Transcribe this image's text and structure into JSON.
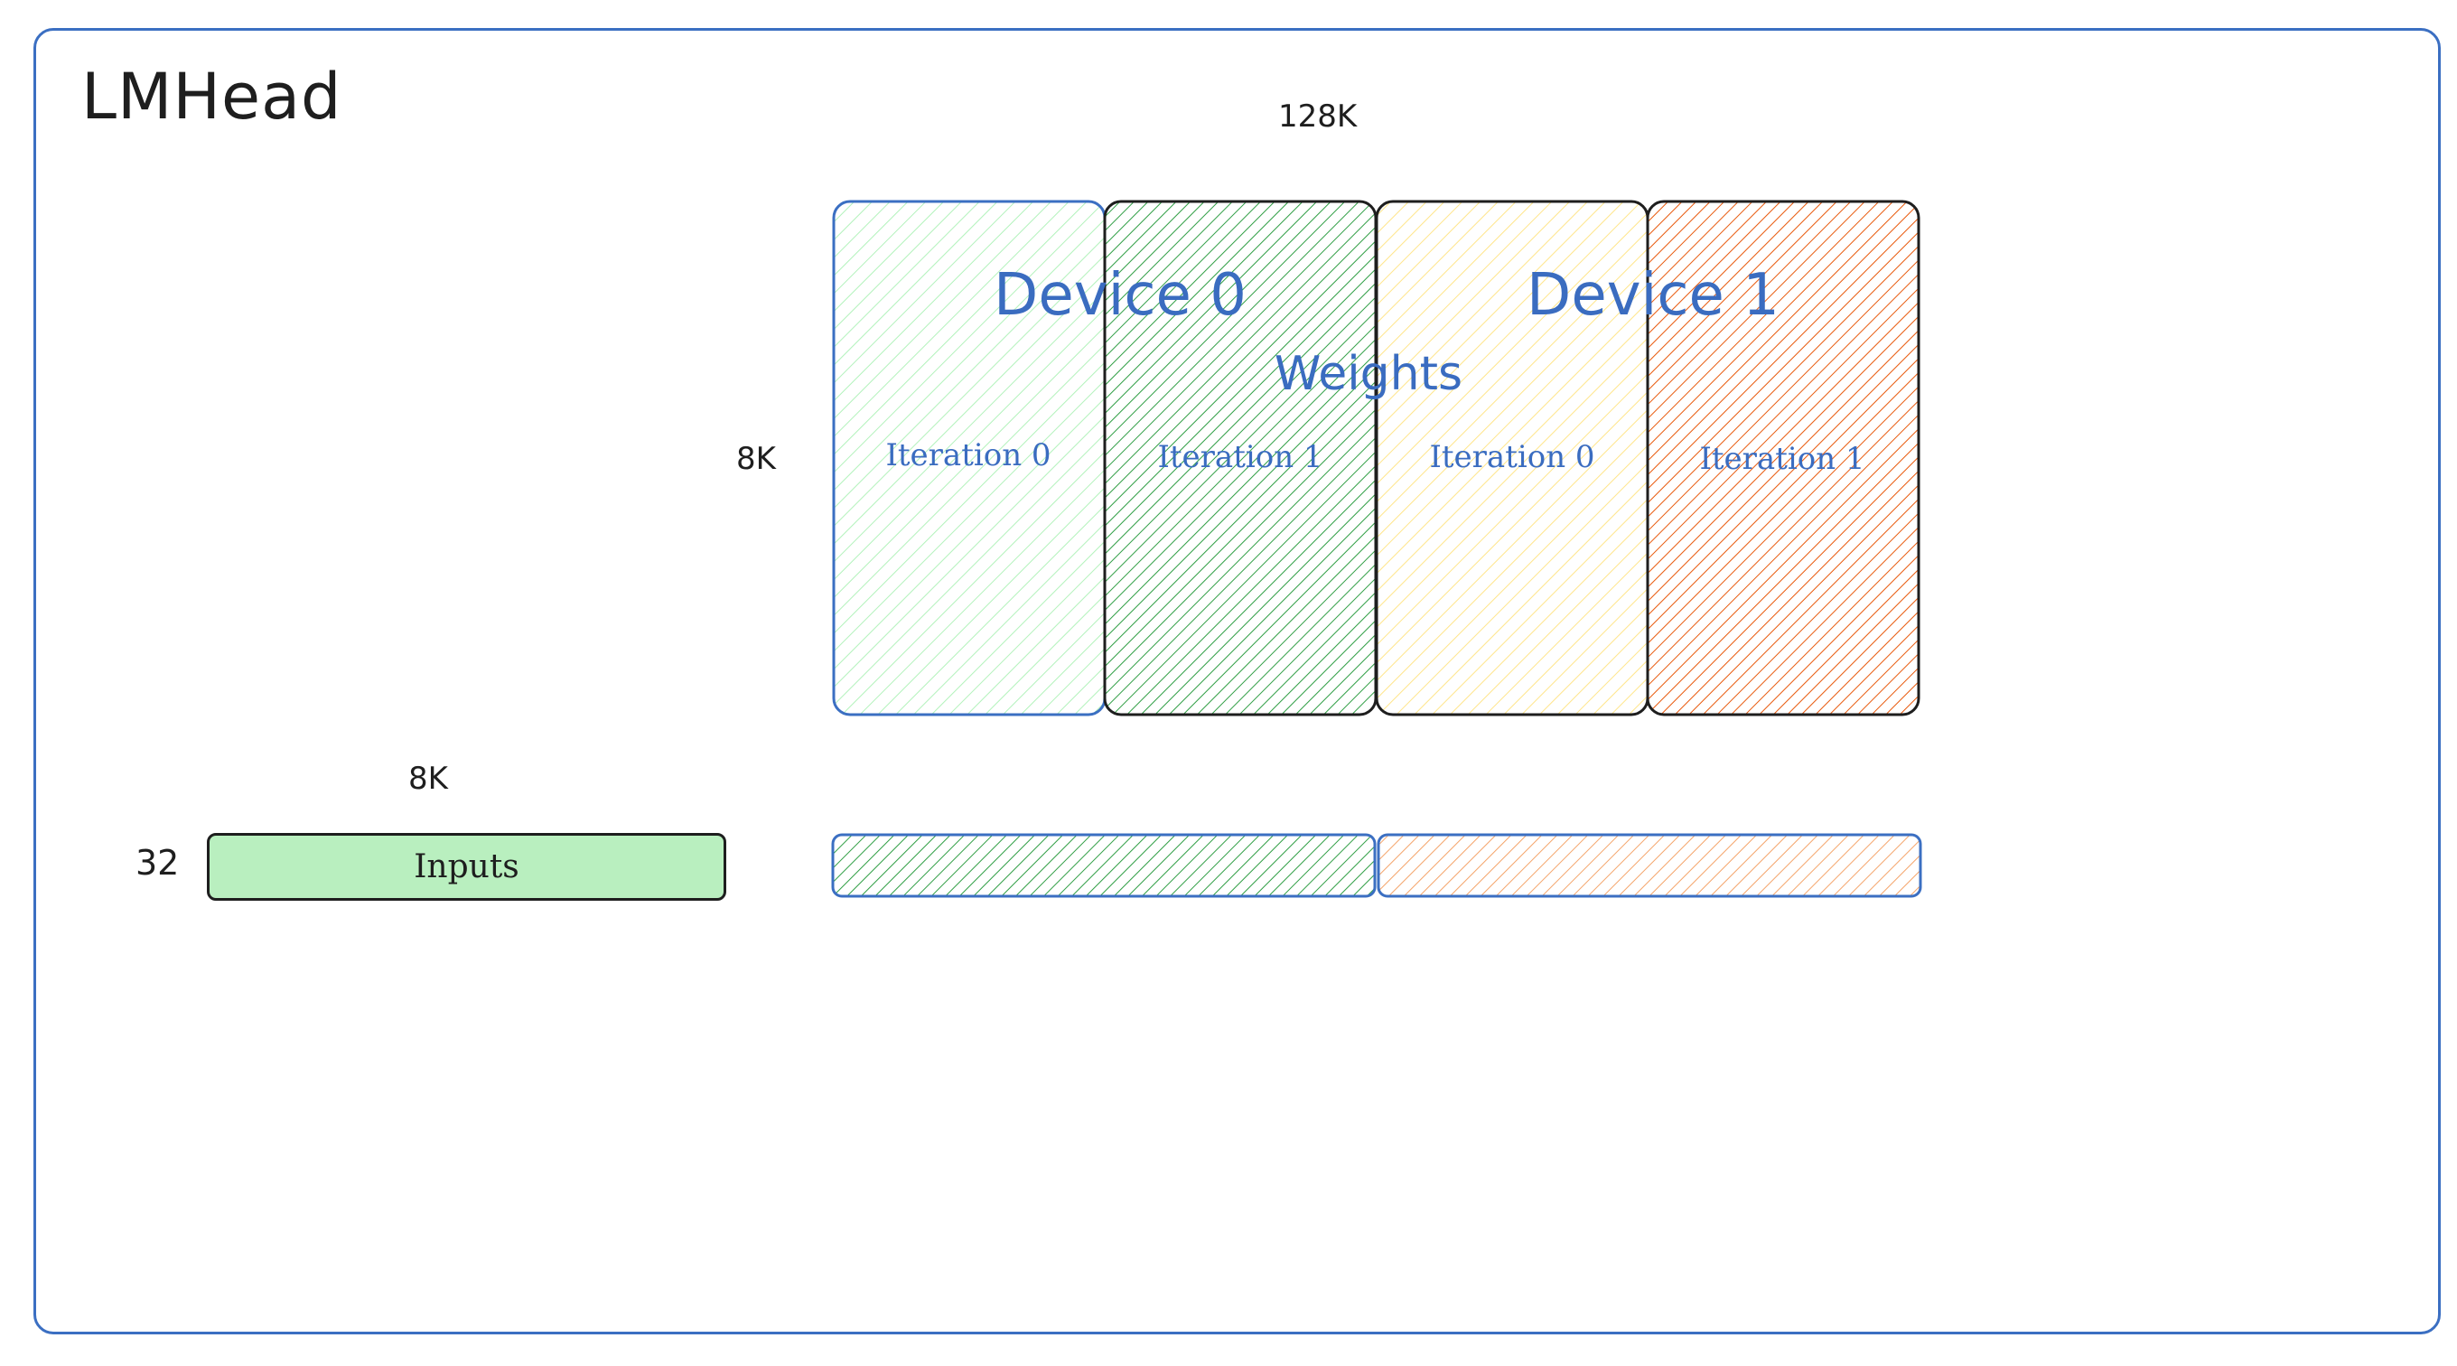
{
  "title": "LMHead",
  "dimensions": {
    "weights_width": "128K",
    "weights_height": "8K",
    "inputs_width": "8K",
    "inputs_height": "32"
  },
  "weights": {
    "label": "Weights",
    "devices": [
      {
        "label": "Device 0",
        "iterations": [
          {
            "label": "Iteration 0",
            "color": "#b2f2bb",
            "border": "#3b6fc2"
          },
          {
            "label": "Iteration 1",
            "color": "#2f9e44",
            "border": "#1e1e1e"
          }
        ]
      },
      {
        "label": "Device 1",
        "iterations": [
          {
            "label": "Iteration 0",
            "color": "#ffec99",
            "border": "#1e1e1e"
          },
          {
            "label": "Iteration 1",
            "color": "#e8590c",
            "border": "#1e1e1e"
          }
        ]
      }
    ]
  },
  "inputs": {
    "label": "Inputs",
    "color": "#b9efbf"
  },
  "outputs": [
    {
      "color": "#2f9e44"
    },
    {
      "color": "#e8590c"
    }
  ],
  "colors": {
    "accent_blue": "#3a6cc0",
    "frame_border": "#3b6fc2",
    "text": "#1e1e1e"
  }
}
